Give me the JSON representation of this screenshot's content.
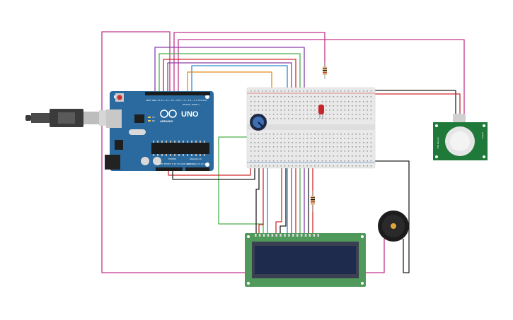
{
  "arduino": {
    "brand": "ARDUINO",
    "model": "UNO",
    "digital_label": "DIGITAL (PWM~)",
    "power_label": "POWER",
    "analog_label": "ANALOG IN",
    "led_labels": [
      "TX",
      "RX"
    ],
    "header_label": "AREF GND 13 12 ~11 ~10 ~9 8  7 ~6 ~5 4 ~3 2 TX1 RX0",
    "power_pins_label": "IOREF RESET 3.3V 5V GND GND Vin",
    "analog_pins_label": "A0 A1 A2 A3 A4 A5"
  },
  "pir_sensor": {
    "left_label": "PIR Sensor",
    "right_label": "Signal"
  },
  "colors": {
    "magenta": "#c0348c",
    "purple": "#8a3fa8",
    "green": "#4cae4c",
    "red": "#d0292a",
    "orange": "#e08a1e",
    "blue": "#2f8ac8",
    "black": "#222222",
    "board": "#2a6a9e",
    "lcd_pcb": "#4f9a5a",
    "lcd_screen": "#1f2b4d",
    "breadboard": "#e9e9e9"
  }
}
